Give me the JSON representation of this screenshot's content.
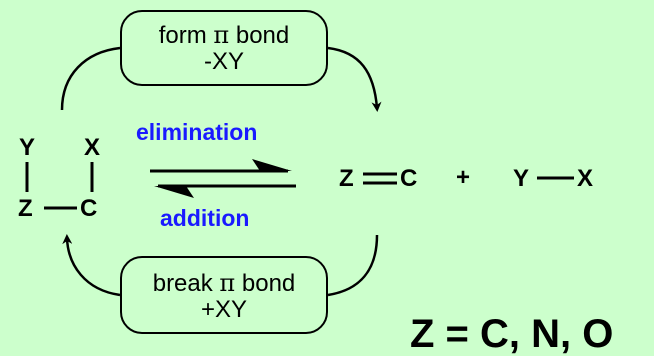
{
  "top_box": {
    "line1_prefix": "form ",
    "pi": "π",
    "line1_suffix": " bond",
    "line2": "-XY"
  },
  "bottom_box": {
    "line1_prefix": "break ",
    "pi": "π",
    "line1_suffix": " bond",
    "line2": "+XY"
  },
  "reactant": {
    "y": "Y",
    "x": "X",
    "z": "Z",
    "c": "C"
  },
  "forward_label": "elimination",
  "reverse_label": "addition",
  "product": {
    "z": "Z",
    "c": "C",
    "plus": "+",
    "y": "Y",
    "x": "X"
  },
  "footnote": "Z = C, N, O",
  "colors": {
    "background": "#ccffcc",
    "label_blue": "#1a1aff",
    "ink": "#000000"
  }
}
